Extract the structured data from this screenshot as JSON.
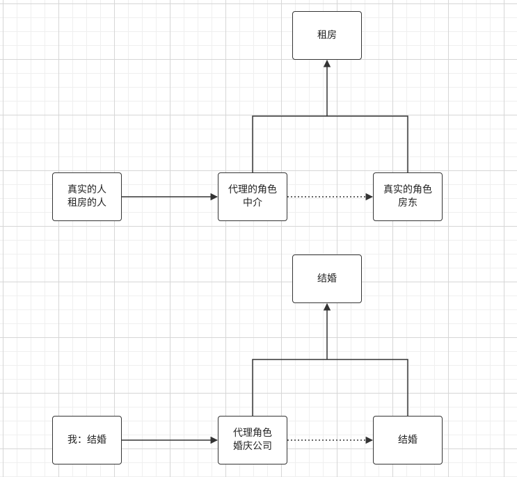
{
  "diagram_top": {
    "goal": "租房",
    "real_role": [
      "真实的人",
      "租房的人"
    ],
    "proxy_role": [
      "代理的角色",
      "中介"
    ],
    "real_subject": [
      "真实的角色",
      "房东"
    ]
  },
  "diagram_bottom": {
    "goal": "结婚",
    "real_role": "我：结婚",
    "proxy_role": [
      "代理角色",
      "婚庆公司"
    ],
    "real_subject": "结婚"
  },
  "colors": {
    "stroke": "#333333",
    "grid_major": "#d6d6d6",
    "grid_minor": "#efefef"
  }
}
